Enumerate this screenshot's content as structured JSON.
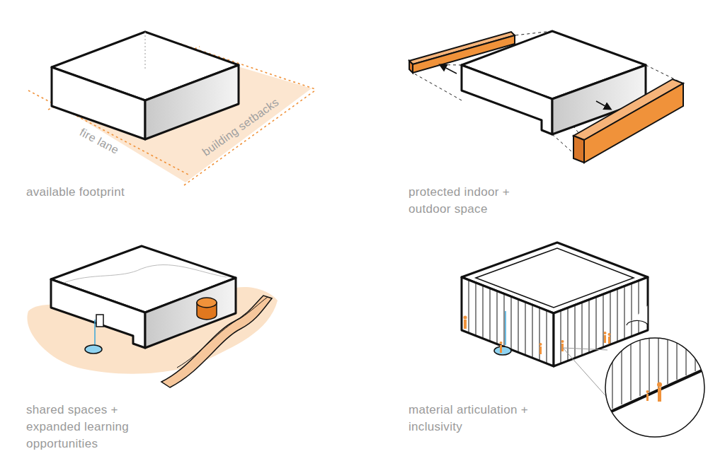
{
  "diagram": {
    "labels": [
      "fire lane",
      "building setbacks",
      "available footprint",
      "protected indoor + outdoor space",
      "shared spaces + expanded learning opportunities",
      "material articulation + inclusivity"
    ]
  }
}
